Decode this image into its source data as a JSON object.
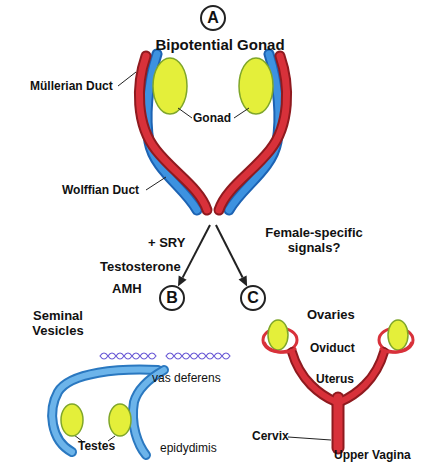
{
  "diagram": {
    "nodes": [
      {
        "text": [
          "A",
          "Bipotential Gonad"
        ]
      },
      {
        "text": [
          "B"
        ]
      },
      {
        "text": [
          "C"
        ]
      }
    ],
    "edges": [
      {
        "from": 0,
        "to": 1,
        "arrow": "to"
      },
      {
        "from": 0,
        "to": 2,
        "arrow": "to"
      }
    ],
    "labels": [
      "Müllerian Duct",
      "Gonad",
      "Wolffian Duct",
      "+ SRY",
      "Testosterone",
      "AMH",
      "Female-specific signals?",
      "Seminal Vesicles",
      "vas deferens",
      "Testes",
      "epidydimis",
      "Ovaries",
      "Oviduct",
      "Uterus",
      "Cervix",
      "Upper Vagina"
    ]
  }
}
